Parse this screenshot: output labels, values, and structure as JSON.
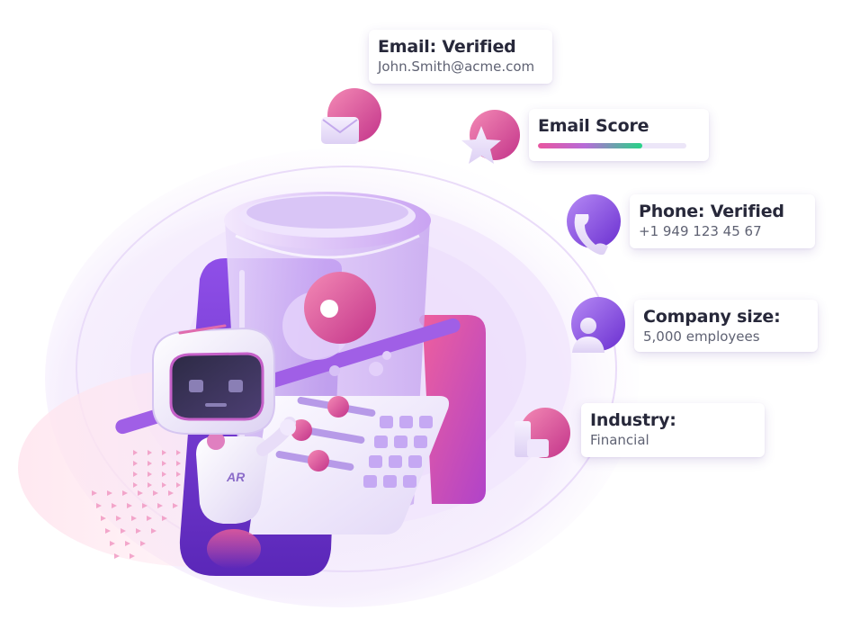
{
  "cards": {
    "email": {
      "title": "Email: Verified",
      "value": "John.Smith@acme.com",
      "icon": "envelope-icon"
    },
    "email_score": {
      "title": "Email Score",
      "score_fraction": 0.7,
      "icon": "star-icon"
    },
    "phone": {
      "title": "Phone: Verified",
      "value": "+1 949 123 45 67",
      "icon": "phone-icon"
    },
    "company": {
      "title": "Company size:",
      "value": "5,000 employees",
      "icon": "person-icon"
    },
    "industry": {
      "title": "Industry:",
      "value": "Financial",
      "icon": "building-icon"
    }
  },
  "robot": {
    "chest_logo": "AR"
  },
  "colors": {
    "accent_purple": "#7a3fd6",
    "accent_pink": "#e0468f",
    "score_green": "#26d486",
    "text_dark": "#27283a",
    "text_muted": "#5f6273"
  }
}
